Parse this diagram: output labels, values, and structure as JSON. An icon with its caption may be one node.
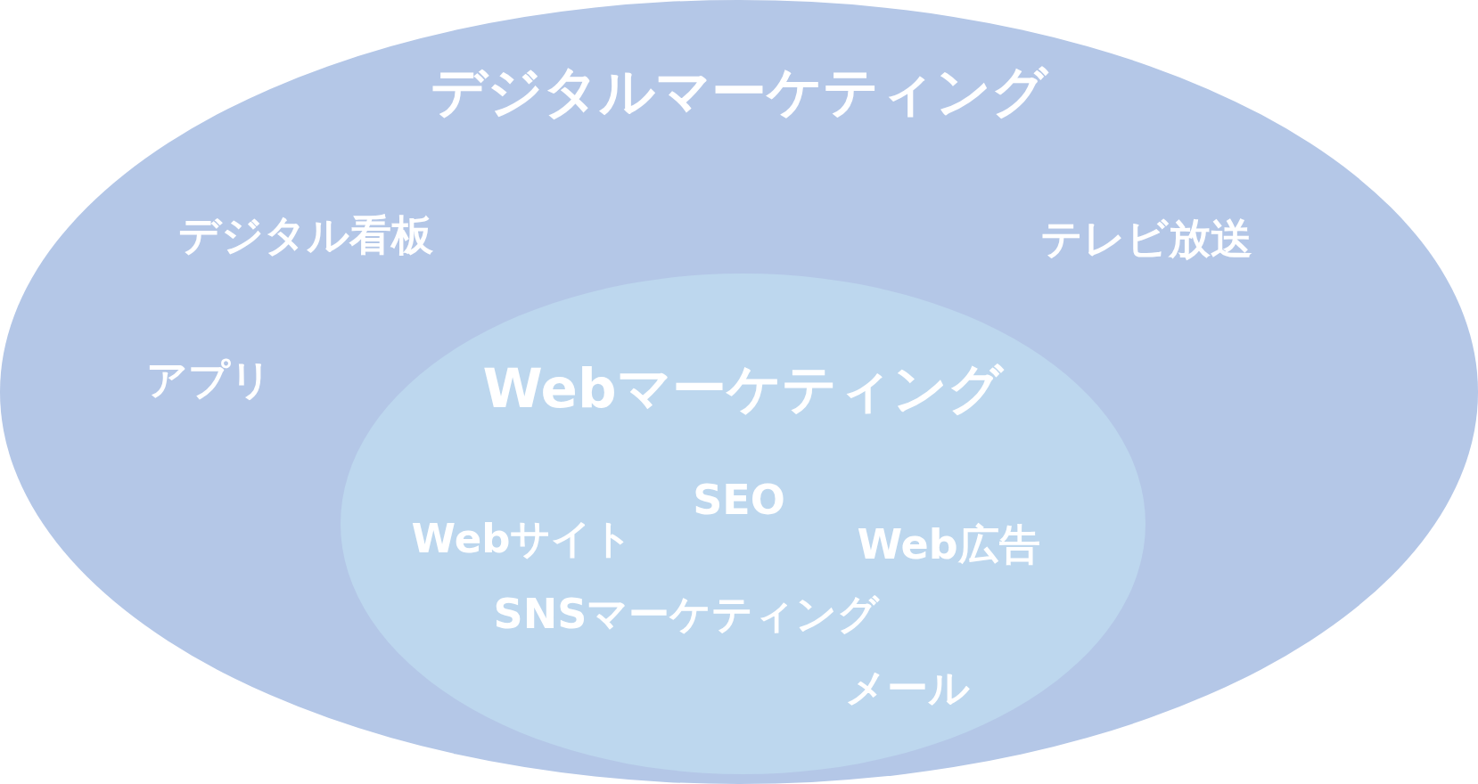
{
  "diagram": {
    "nodes": [
      {
        "text": [
          "デジタルマーケティング",
          "デジタル看板",
          "テレビ放送",
          "アプリ"
        ]
      },
      {
        "text": [
          "Webマーケティング",
          "SEO",
          "Webサイト",
          "Web広告",
          "SNSマーケティング",
          "メール"
        ],
        "in": 0
      }
    ]
  }
}
